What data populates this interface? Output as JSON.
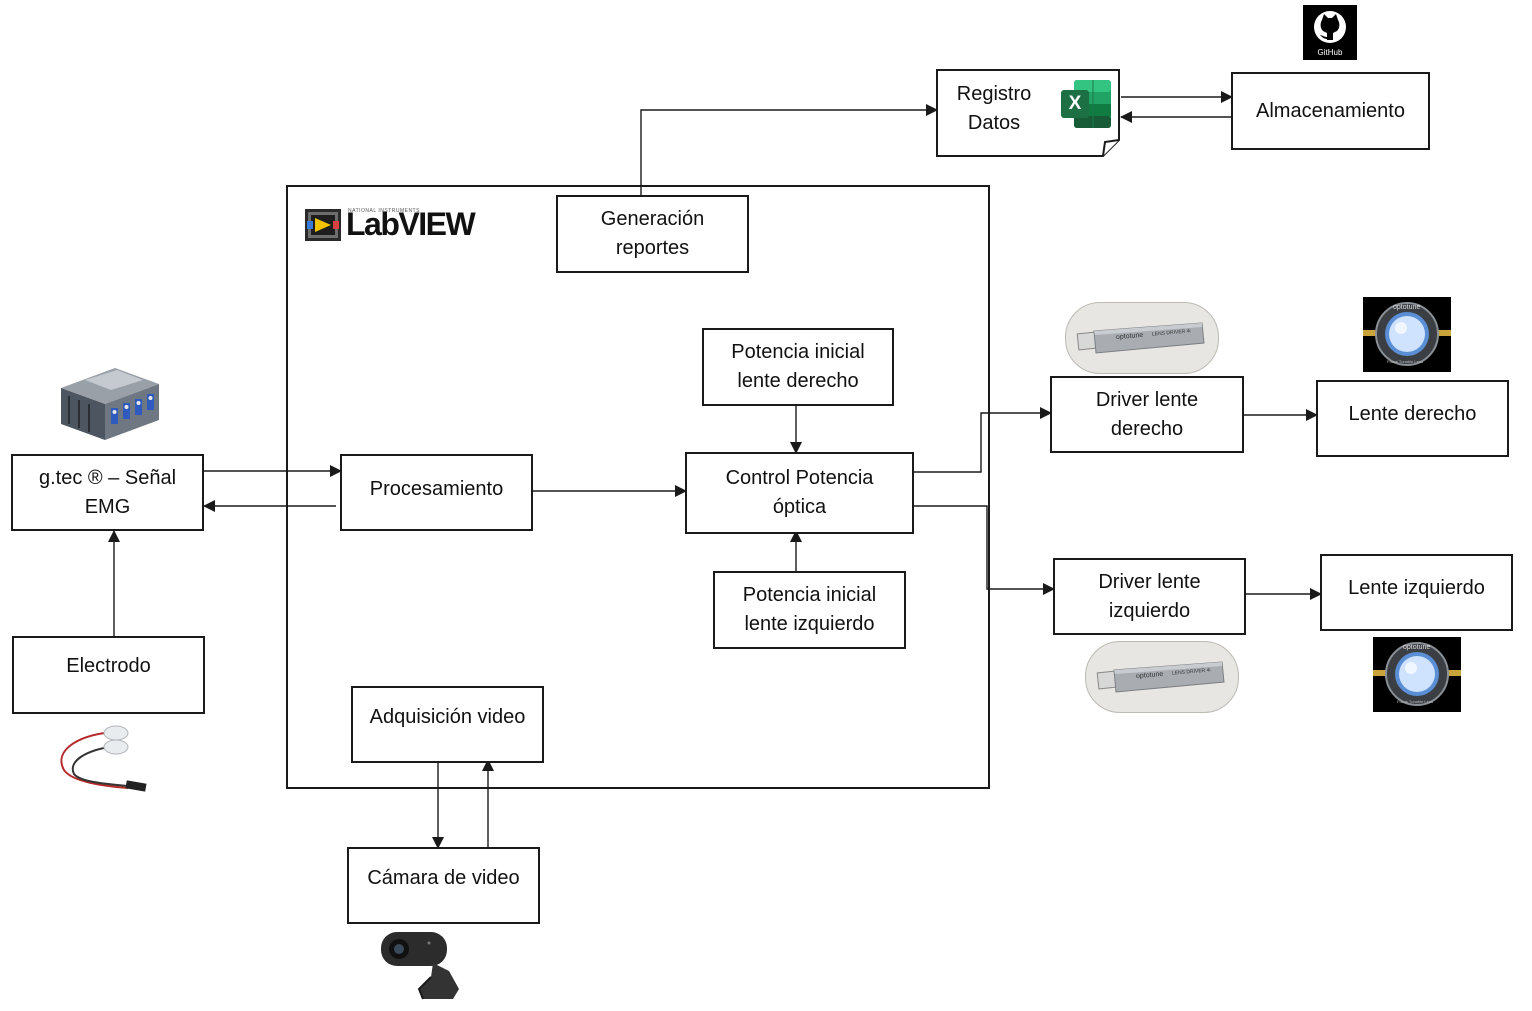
{
  "labview": {
    "brand": "LabVIEW",
    "small": "NATIONAL INSTRUMENTS"
  },
  "github": {
    "label": "GitHub"
  },
  "excel": {
    "letter": "X"
  },
  "driver": {
    "brand": "optotune",
    "model": "LENS DRIVER 4i"
  },
  "lens": {
    "brand": "optotune",
    "caption": "Focus Tunable Lens"
  },
  "nodes": {
    "registro": "Registro\nDatos",
    "almacenamiento": "Almacenamiento",
    "generacion": "Generación\nreportes",
    "potencia_der": "Potencia inicial\nlente derecho",
    "control": "Control Potencia\nóptica",
    "potencia_izq": "Potencia inicial\nlente izquierdo",
    "procesamiento": "Procesamiento",
    "gtec": "g.tec ® – Señal\nEMG",
    "electrodo": "Electrodo",
    "adquisicion": "Adquisición video",
    "camara": "Cámara de video",
    "driver_der": "Driver lente\nderecho",
    "driver_izq": "Driver lente\nizquierdo",
    "lente_der": "Lente derecho",
    "lente_izq": "Lente izquierdo"
  },
  "colors": {
    "line": "#1a1a1a",
    "excel_green": "#1d7044",
    "labview_yellow": "#f2c500"
  }
}
